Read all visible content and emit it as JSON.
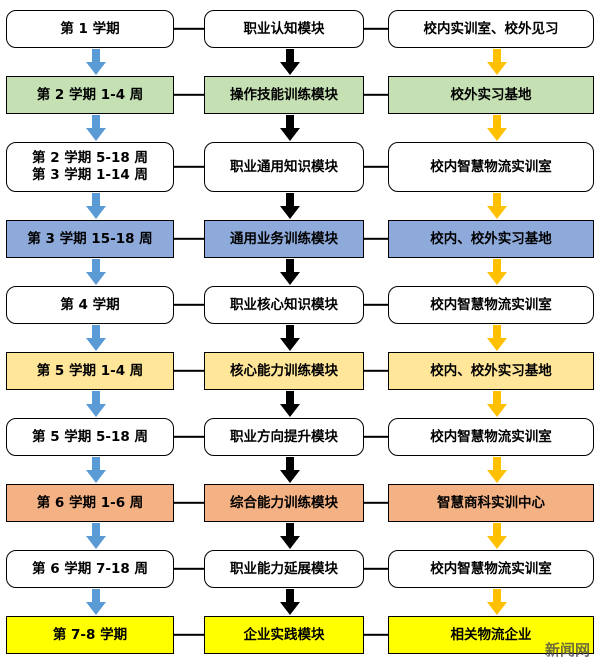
{
  "rows": [
    {
      "semester": "第 1 学期",
      "module": "职业认知模块",
      "location": "校内实训室、校外见习",
      "fill": "#ffffff"
    },
    {
      "semester": "第 2 学期 1-4 周",
      "module": "操作技能训练模块",
      "location": "校外实习基地",
      "fill": "#c5e0b3"
    },
    {
      "semester": "第 2 学期 5-18 周\n第 3 学期 1-14 周",
      "module": "职业通用知识模块",
      "location": "校内智慧物流实训室",
      "fill": "#ffffff"
    },
    {
      "semester": "第 3 学期 15-18 周",
      "module": "通用业务训练模块",
      "location": "校内、校外实习基地",
      "fill": "#8eaadb"
    },
    {
      "semester": "第 4 学期",
      "module": "职业核心知识模块",
      "location": "校内智慧物流实训室",
      "fill": "#ffffff"
    },
    {
      "semester": "第 5 学期 1-4 周",
      "module": "核心能力训练模块",
      "location": "校内、校外实习基地",
      "fill": "#ffe699"
    },
    {
      "semester": "第 5 学期 5-18 周",
      "module": "职业方向提升模块",
      "location": "校内智慧物流实训室",
      "fill": "#ffffff"
    },
    {
      "semester": "第 6 学期 1-6 周",
      "module": "综合能力训练模块",
      "location": "智慧商科实训中心",
      "fill": "#f4b183"
    },
    {
      "semester": "第 6 学期 7-18 周",
      "module": "职业能力延展模块",
      "location": "校内智慧物流实训室",
      "fill": "#ffffff"
    },
    {
      "semester": "第 7-8 学期",
      "module": "企业实践模块",
      "location": "相关物流企业",
      "fill": "#ffff00"
    }
  ],
  "arrows": {
    "left_color": "#5b9bd5",
    "middle_color": "#000000",
    "right_color": "#ffc000"
  },
  "watermark": {
    "text": "新闻网"
  }
}
